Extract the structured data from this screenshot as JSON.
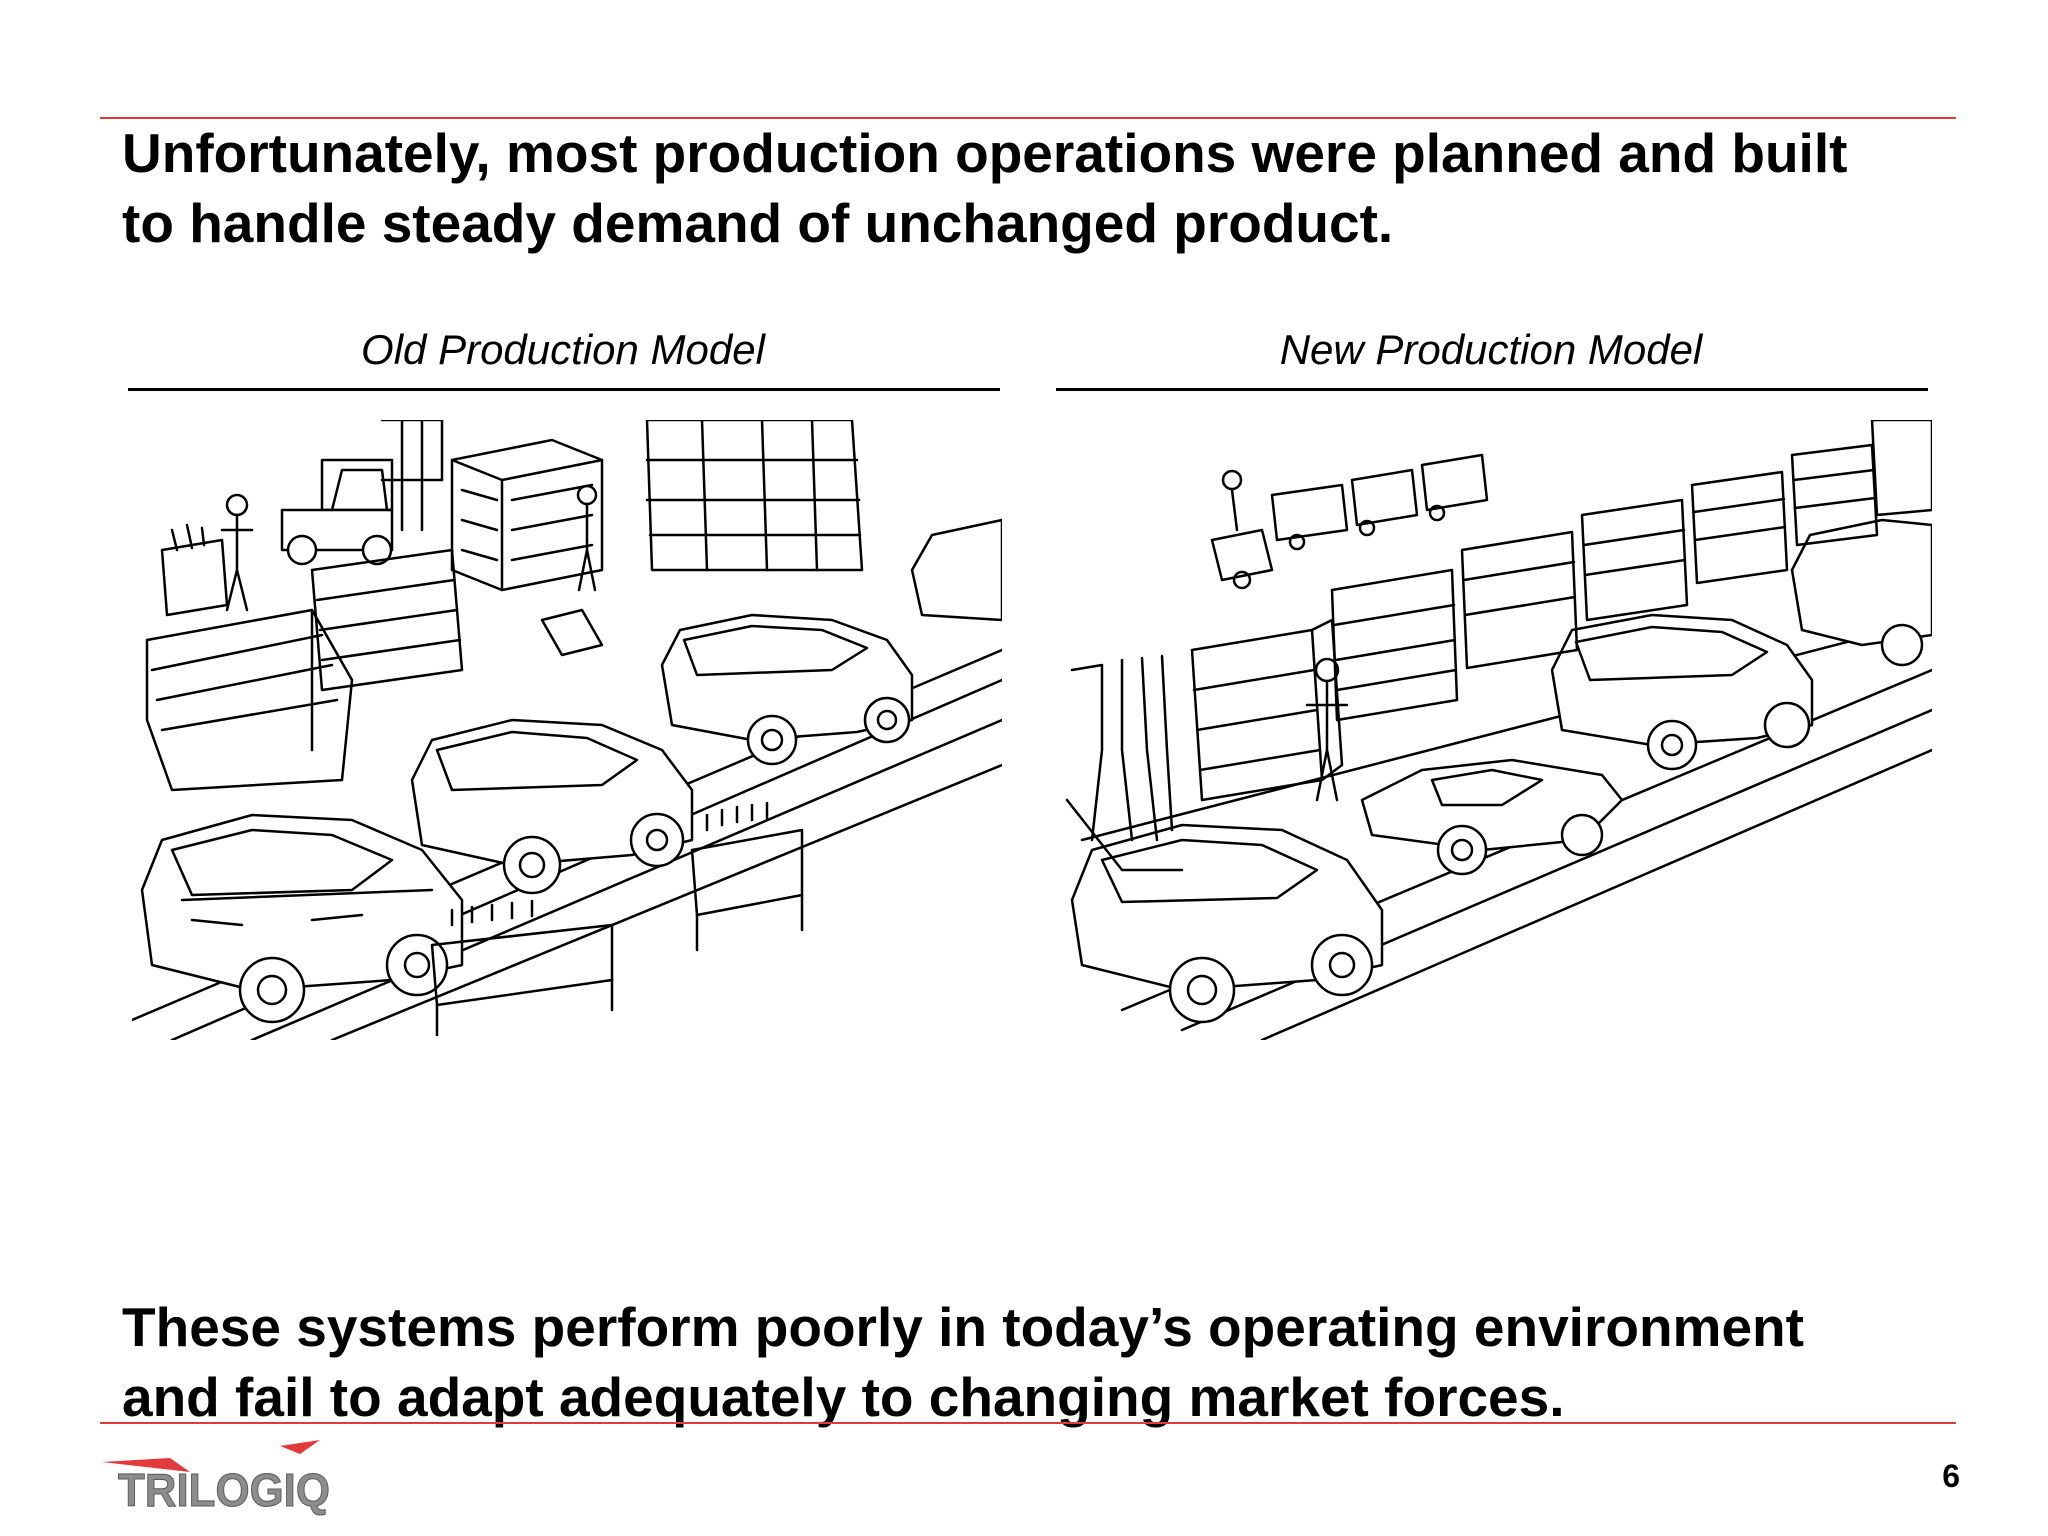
{
  "slide": {
    "headline_lines": [
      "Unfortunately, most production operations were planned and built",
      "to handle steady demand of unchanged product."
    ],
    "left_caption": "Old Production Model",
    "right_caption": "New Production Model",
    "footer_lines": [
      "These systems perform poorly in today’s operating environment",
      "and fail to adapt adequately to changing market forces."
    ],
    "page_number": "6"
  },
  "logo": {
    "text": "TRILOGIQ"
  },
  "illustrations": {
    "left_icon": "old-assembly-line-illustration",
    "right_icon": "new-assembly-line-illustration"
  },
  "colors": {
    "accent": "#e03a3a",
    "text": "#000000",
    "logo_gray": "#8c8c8c"
  }
}
